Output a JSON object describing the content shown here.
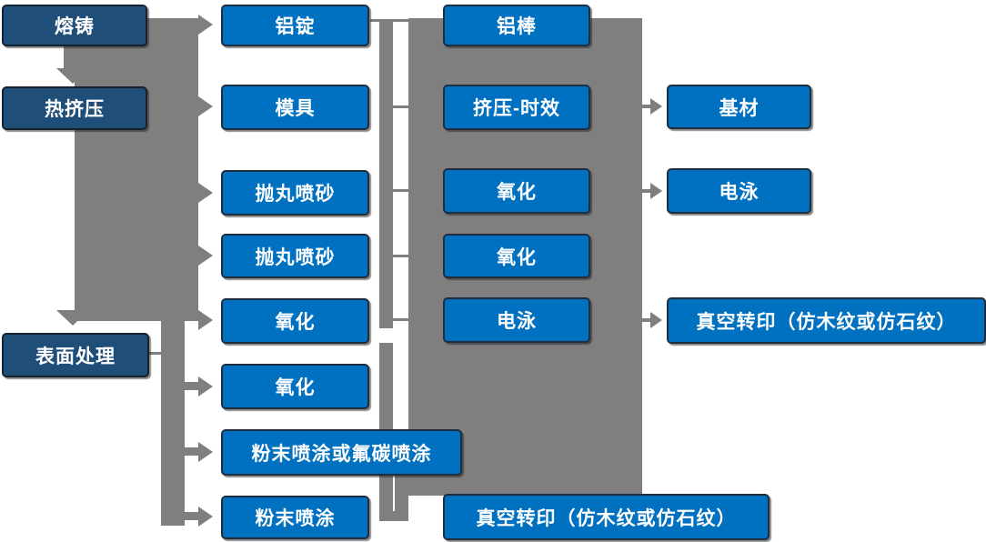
{
  "colors": {
    "process_box_blue": "#0070C0",
    "stage_box_dark_blue": "#1F4E79",
    "connector_gray": "#7F7F7F",
    "box_border_dark": "#1f2d3d",
    "text_white": "#FFFFFF",
    "background": "#FFFFFF"
  },
  "columns": {
    "stages": [
      {
        "label": "熔铸"
      },
      {
        "label": "热挤压"
      },
      {
        "label": "表面处理"
      }
    ],
    "col2": [
      {
        "label": "铝锭"
      },
      {
        "label": "模具"
      },
      {
        "label": "抛丸喷砂"
      },
      {
        "label": "抛丸喷砂"
      },
      {
        "label": "氧化"
      },
      {
        "label": "氧化"
      },
      {
        "label": "粉末喷涂或氟碳喷涂"
      },
      {
        "label": "粉末喷涂"
      }
    ],
    "col3": [
      {
        "label": "铝棒"
      },
      {
        "label": "挤压-时效"
      },
      {
        "label": "氧化"
      },
      {
        "label": "氧化"
      },
      {
        "label": "电泳"
      },
      {
        "label": "真空转印（仿木纹或仿石纹）"
      }
    ],
    "col4": [
      {
        "label": "基材"
      },
      {
        "label": "电泳"
      },
      {
        "label": "真空转印（仿木纹或仿石纹）"
      }
    ]
  },
  "arrows": {
    "down_arrows_into": [
      "热挤压",
      "表面处理"
    ],
    "left_rail_arrows_into": [
      "铝锭",
      "模具",
      "抛丸喷砂",
      "抛丸喷砂",
      "氧化",
      "氧化",
      "粉末喷涂或氟碳喷涂",
      "粉末喷涂"
    ],
    "right_arrows_into": [
      "基材",
      "电泳",
      "真空转印（仿木纹或仿石纹）"
    ]
  }
}
